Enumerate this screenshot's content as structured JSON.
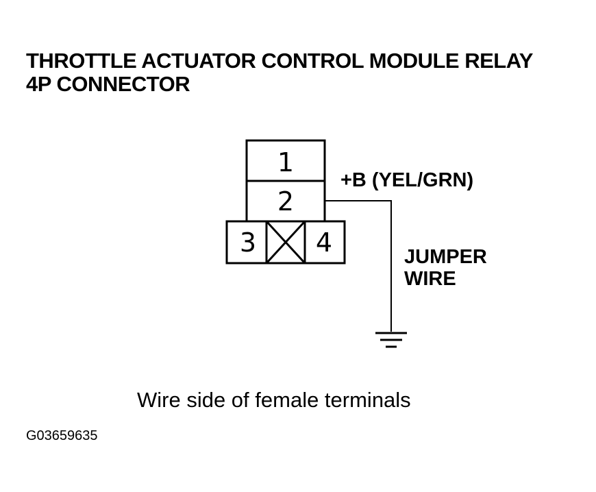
{
  "title": {
    "line1": "THROTTLE ACTUATOR CONTROL MODULE RELAY",
    "line2": "4P CONNECTOR"
  },
  "connector": {
    "terminals": [
      "1",
      "2",
      "3",
      "4"
    ]
  },
  "labels": {
    "b_plus": "+B (YEL/GRN)",
    "jumper_line1": "JUMPER",
    "jumper_line2": "WIRE"
  },
  "caption": "Wire side of female terminals",
  "figure_id": "G03659635"
}
